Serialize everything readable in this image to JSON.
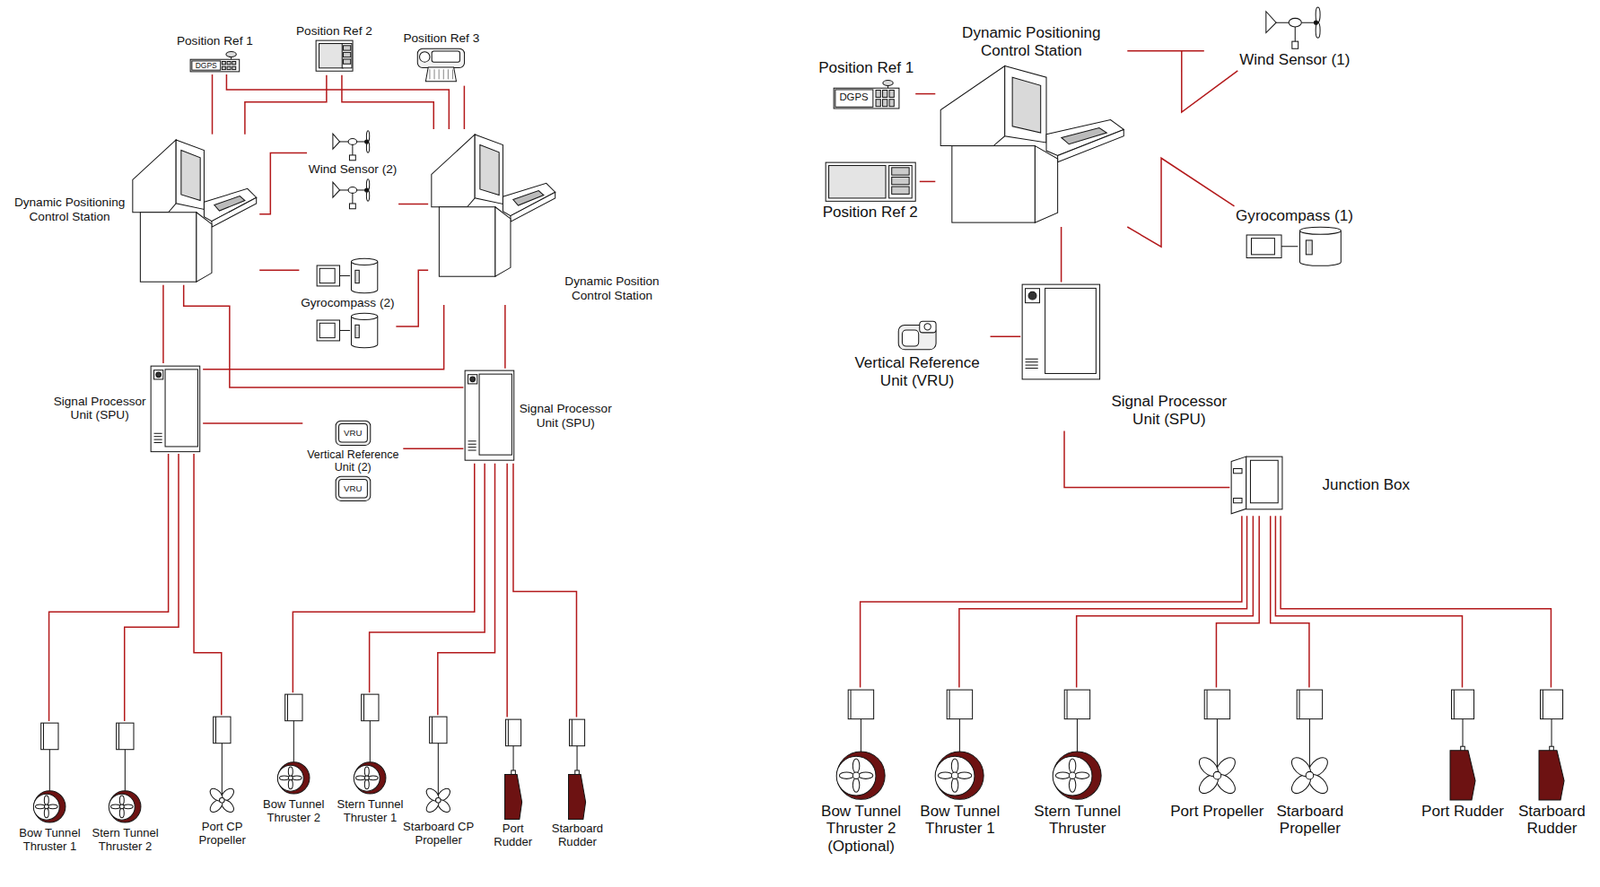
{
  "diagram": {
    "nodes": [
      {
        "text": [
          "Position Ref 1",
          "DGPS"
        ]
      },
      {
        "text": [
          "Position Ref 2"
        ]
      },
      {
        "text": [
          "Position Ref 3"
        ]
      },
      {
        "text": [
          "Dynamic Positioning Control Station"
        ]
      },
      {
        "text": [
          "Wind Sensor (2)"
        ]
      },
      {
        "text": [
          "Dynamic Position Control Station"
        ]
      },
      {
        "text": [
          "Gyrocompass (2)"
        ]
      },
      {
        "text": [
          "Signal Processor Unit (SPU)"
        ]
      },
      {
        "text": [
          "Signal Processor Unit (SPU)"
        ]
      },
      {
        "text": [
          "Vertical Reference Unit (2)",
          "VRU",
          "VRU"
        ]
      },
      {
        "text": [
          "Bow Tunnel Thruster 1"
        ]
      },
      {
        "text": [
          "Stern Tunnel Thruster 2"
        ]
      },
      {
        "text": [
          "Port CP Propeller"
        ]
      },
      {
        "text": [
          "Bow Tunnel Thruster 2"
        ]
      },
      {
        "text": [
          "Stern Tunnel Thruster 1"
        ]
      },
      {
        "text": [
          "Starboard CP Propeller"
        ]
      },
      {
        "text": [
          "Port Rudder"
        ]
      },
      {
        "text": [
          "Starboard Rudder"
        ]
      },
      {
        "text": [
          "Dynamic Positioning Control Station"
        ]
      },
      {
        "text": [
          "Position Ref 1",
          "DGPS"
        ]
      },
      {
        "text": [
          "Position Ref 2"
        ]
      },
      {
        "text": [
          "Wind Sensor (1)"
        ]
      },
      {
        "text": [
          "Gyrocompass (1)"
        ]
      },
      {
        "text": [
          "Vertical Reference Unit (VRU)"
        ]
      },
      {
        "text": [
          "Signal Processor Unit (SPU)"
        ]
      },
      {
        "text": [
          "Junction Box"
        ]
      },
      {
        "text": [
          "Bow Tunnel Thruster 2 (Optional)"
        ]
      },
      {
        "text": [
          "Bow Tunnel Thruster 1"
        ]
      },
      {
        "text": [
          "Stern Tunnel Thruster"
        ]
      },
      {
        "text": [
          "Port Propeller"
        ]
      },
      {
        "text": [
          "Starboard Propeller"
        ]
      },
      {
        "text": [
          "Port Rudder"
        ]
      },
      {
        "text": [
          "Starboard Rudder"
        ]
      }
    ],
    "edges": [
      {
        "from": 0,
        "to": 3,
        "arrow": "none"
      },
      {
        "from": 0,
        "to": 5,
        "arrow": "none"
      },
      {
        "from": 1,
        "to": 3,
        "arrow": "none"
      },
      {
        "from": 1,
        "to": 5,
        "arrow": "none"
      },
      {
        "from": 2,
        "to": 5,
        "arrow": "none"
      },
      {
        "from": 4,
        "to": 3,
        "arrow": "none"
      },
      {
        "from": 4,
        "to": 5,
        "arrow": "none"
      },
      {
        "from": 6,
        "to": 3,
        "arrow": "none"
      },
      {
        "from": 6,
        "to": 5,
        "arrow": "none"
      },
      {
        "from": 3,
        "to": 7,
        "arrow": "none"
      },
      {
        "from": 3,
        "to": 8,
        "arrow": "none"
      },
      {
        "from": 5,
        "to": 7,
        "arrow": "none"
      },
      {
        "from": 5,
        "to": 8,
        "arrow": "none"
      },
      {
        "from": 9,
        "to": 7,
        "arrow": "none"
      },
      {
        "from": 9,
        "to": 8,
        "arrow": "none"
      },
      {
        "from": 7,
        "to": 10,
        "arrow": "none"
      },
      {
        "from": 7,
        "to": 11,
        "arrow": "none"
      },
      {
        "from": 7,
        "to": 12,
        "arrow": "none"
      },
      {
        "from": 8,
        "to": 13,
        "arrow": "none"
      },
      {
        "from": 8,
        "to": 14,
        "arrow": "none"
      },
      {
        "from": 8,
        "to": 15,
        "arrow": "none"
      },
      {
        "from": 8,
        "to": 16,
        "arrow": "none"
      },
      {
        "from": 8,
        "to": 17,
        "arrow": "none"
      },
      {
        "from": 19,
        "to": 18,
        "arrow": "none"
      },
      {
        "from": 20,
        "to": 18,
        "arrow": "none"
      },
      {
        "from": 21,
        "to": 18,
        "arrow": "none"
      },
      {
        "from": 22,
        "to": 18,
        "arrow": "none"
      },
      {
        "from": 18,
        "to": 24,
        "arrow": "none"
      },
      {
        "from": 23,
        "to": 24,
        "arrow": "none"
      },
      {
        "from": 24,
        "to": 25,
        "arrow": "none"
      },
      {
        "from": 25,
        "to": 26,
        "arrow": "none"
      },
      {
        "from": 25,
        "to": 27,
        "arrow": "none"
      },
      {
        "from": 25,
        "to": 28,
        "arrow": "none"
      },
      {
        "from": 25,
        "to": 29,
        "arrow": "none"
      },
      {
        "from": 25,
        "to": 30,
        "arrow": "none"
      },
      {
        "from": 25,
        "to": 31,
        "arrow": "none"
      },
      {
        "from": 25,
        "to": 32,
        "arrow": "none"
      }
    ]
  }
}
